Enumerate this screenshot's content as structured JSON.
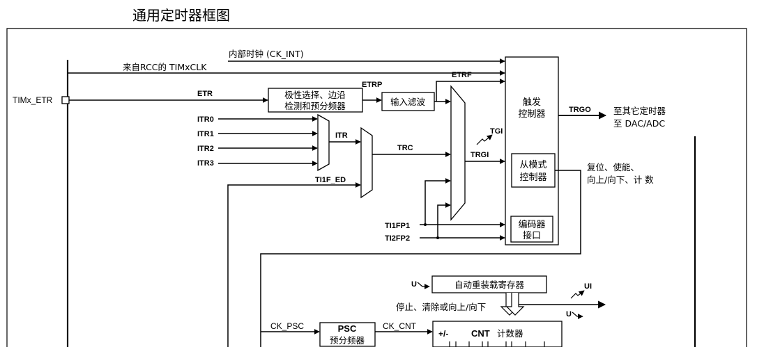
{
  "title": "通用定时器框图",
  "signals": {
    "int_clk": "内部时钟 (CK_INT)",
    "rcc_clk": "来自RCC的 TIMxCLK",
    "timx_etr": "TIMx_ETR",
    "etr": "ETR",
    "etrp": "ETRP",
    "etrf": "ETRF",
    "itr0": "ITR0",
    "itr1": "ITR1",
    "itr2": "ITR2",
    "itr3": "ITR3",
    "itr": "ITR",
    "trc": "TRC",
    "tgi": "TGI",
    "trgi": "TRGI",
    "ti1f_ed": "TI1F_ED",
    "ti1fp1": "TI1FP1",
    "ti2fp2": "TI2FP2",
    "trgo": "TRGO",
    "to_timer_1": "至其它定时器",
    "to_timer_2": "至 DAC/ADC",
    "reset_enable_1": "复位、使能、",
    "reset_enable_2": "向上/向下、计 数",
    "ck_psc": "CK_PSC",
    "ck_cnt": "CK_CNT",
    "u": "U",
    "ui": "UI",
    "stop_clear": "停止、清除或向上/向下"
  },
  "blocks": {
    "polarity_1": "极性选择、边沿",
    "polarity_2": "检测和预分频器",
    "input_filter": "输入滤波",
    "trigger_1": "触发",
    "trigger_2": "控制器",
    "slave_1": "从模式",
    "slave_2": "控制器",
    "encoder_1": "编码器",
    "encoder_2": "接口",
    "arr": "自动重装载寄存器",
    "psc_1": "PSC",
    "psc_2": "预分频器",
    "cnt_pm": "+/-",
    "cnt_name": "CNT",
    "cnt_label": "计数器"
  }
}
